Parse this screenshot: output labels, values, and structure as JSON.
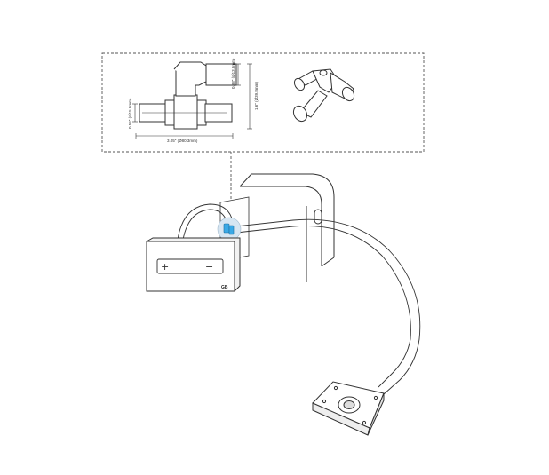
{
  "detail_box": {
    "dim_height_small": "0.88\" (Ø13.8mm)",
    "dim_height_total": "1.6\" (Ø39.8mm)",
    "dim_width": "3.05\" (Ø80.3mm)",
    "dim_tube": "0.55\" (Ø15.8mm)"
  },
  "switch_panel": {
    "plus_symbol": "+",
    "minus_symbol": "−",
    "badge": "GB"
  },
  "icons": {
    "detail_front_view": "t-fitting-front-view-icon",
    "detail_iso_view": "t-fitting-isometric-icon",
    "switch_panel": "air-switch-panel-icon",
    "connector": "blue-connector-icon",
    "floor_pad": "floor-pad-icon"
  },
  "colors": {
    "line": "#333333",
    "connector_blue": "#3aa9e6",
    "connector_halo": "#d7e6f2"
  }
}
